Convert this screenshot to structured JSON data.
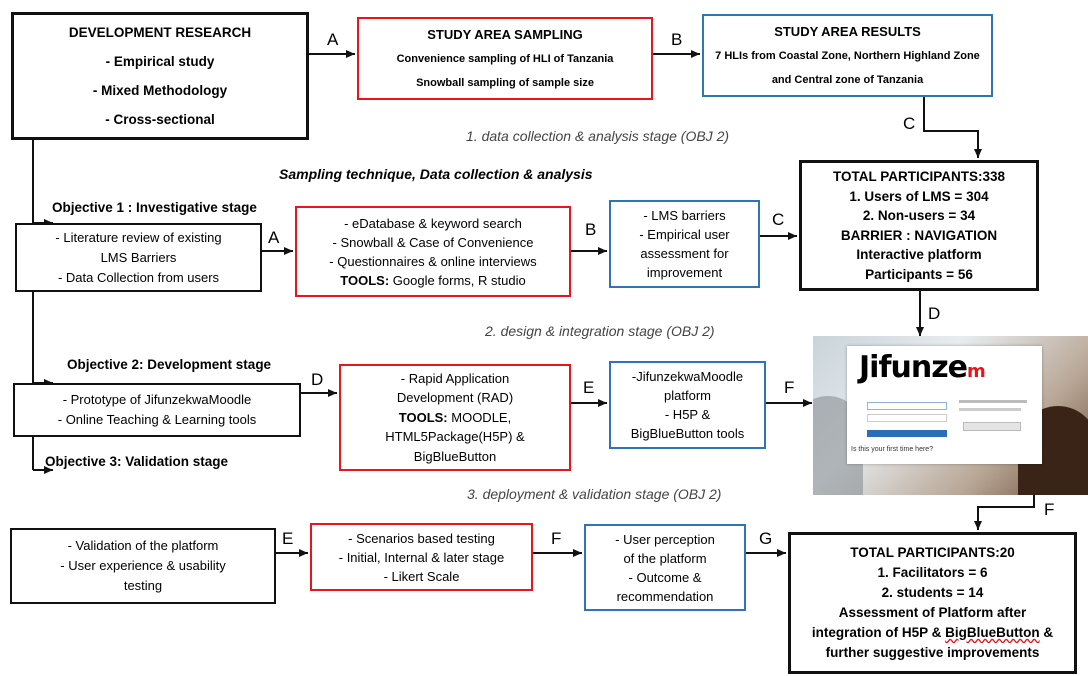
{
  "labels": {
    "A": "A",
    "B": "B",
    "C": "C",
    "D": "D",
    "E": "E",
    "F": "F",
    "G": "G"
  },
  "dev_research": {
    "title": "DEVELOPMENT RESEARCH",
    "items": [
      "- Empirical study",
      "- Mixed Methodology",
      "- Cross-sectional"
    ]
  },
  "study_sampling": {
    "title": "STUDY AREA SAMPLING",
    "lines": [
      "Convenience sampling of HLI of Tanzania",
      "Snowball sampling of sample size"
    ]
  },
  "study_results": {
    "title": "STUDY AREA RESULTS",
    "lines": [
      "7 HLIs from Coastal Zone, Northern Highland Zone",
      "and Central zone of Tanzania"
    ]
  },
  "stages": {
    "s1": "1. data collection & analysis stage (OBJ 2)",
    "s2": "2. design & integration stage (OBJ 2)",
    "s3": "3. deployment & validation stage (OBJ 2)"
  },
  "sampling_heading": "Sampling technique, Data collection & analysis",
  "total1": {
    "title": "TOTAL PARTICIPANTS:338",
    "l1": "1.    Users of LMS = 304",
    "l2": "2.    Non-users = 34",
    "l3": "BARRIER : NAVIGATION",
    "l4": "Interactive platform",
    "l5": "Participants = 56"
  },
  "obj1": {
    "heading": "Objective 1 : Investigative stage",
    "box": [
      "-    Literature review of existing",
      "LMS Barriers",
      "-    Data Collection from users"
    ],
    "methods": [
      "- eDatabase & keyword search",
      "-  Snowball & Case of Convenience",
      "-  Questionnaires & online interviews"
    ],
    "tools_label": "TOOLS:",
    "tools_text": " Google forms, R studio",
    "result": [
      "- LMS barriers",
      "-    Empirical user",
      "assessment for",
      "improvement"
    ]
  },
  "obj2": {
    "heading": "Objective 2: Development stage",
    "box": [
      "-    Prototype of JifunzekwaMoodle",
      "- Online Teaching & Learning tools"
    ],
    "methods_l1": "-    Rapid Application",
    "methods_l2": "Development (RAD)",
    "tools_label": "TOOLS:",
    "tools_text": " MOODLE,",
    "methods_l4": "HTML5Package(H5P) &",
    "methods_l5": "BigBlueButton",
    "result": [
      "-JifunzekwaMoodle",
      "platform",
      "- H5P &",
      "BigBlueButton tools"
    ]
  },
  "screenshot": {
    "logo_main": "Jifunze",
    "logo_tail": "m",
    "question": "Is this your first time here?"
  },
  "obj3": {
    "heading": "Objective 3: Validation stage",
    "box": [
      "-    Validation of the platform",
      "-    User experience & usability",
      "testing"
    ],
    "methods": [
      "-    Scenarios based testing",
      "-    Initial, Internal & later stage",
      "-    Likert Scale"
    ],
    "result": [
      "-    User perception",
      "of the platform",
      "-    Outcome &",
      "recommendation"
    ]
  },
  "total2": {
    "title": "TOTAL PARTICIPANTS:20",
    "l1": "1.    Facilitators = 6",
    "l2": "2.    students = 14",
    "l3": "Assessment of Platform after",
    "l4a": "integration of H5P & ",
    "l4b": "BigBlueButton",
    "l4c": " &",
    "l5": "further suggestive improvements"
  },
  "colors": {
    "red": "#e8161b",
    "blue": "#2e75b6",
    "black": "#111111"
  }
}
